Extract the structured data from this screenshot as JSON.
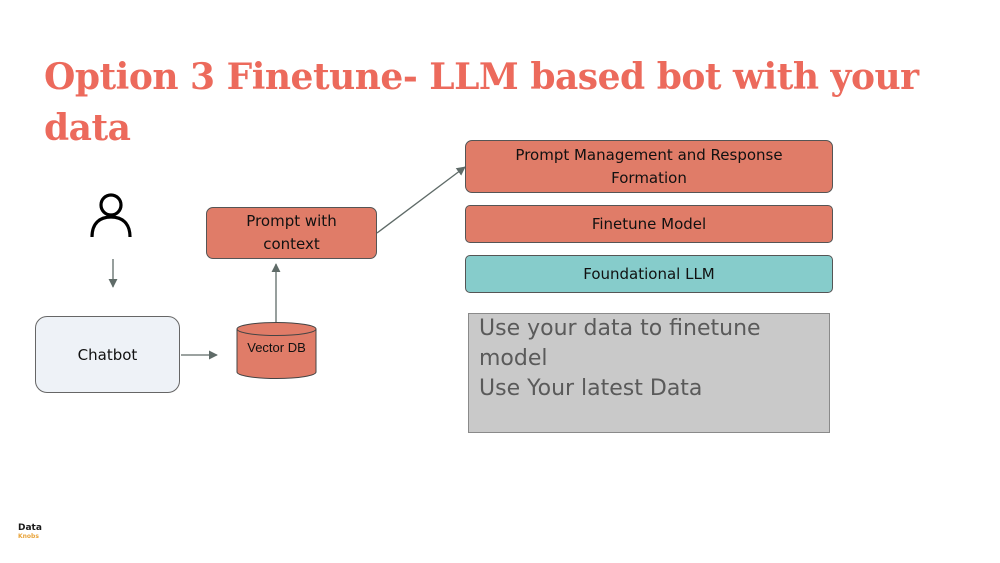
{
  "slide": {
    "title": "Option 3 Finetune- LLM based bot with your data"
  },
  "nodes": {
    "user_icon": "user-icon",
    "chatbot": "Chatbot",
    "vector_db": "Vector DB",
    "prompt_with_context": "Prompt with context",
    "prompt_management": "Prompt Management and Response Formation",
    "finetune_model": "Finetune Model",
    "foundational_llm": "Foundational LLM"
  },
  "note": {
    "lines": [
      "Use your data to finetune model",
      "Use Your latest Data"
    ]
  },
  "logo": {
    "line1": "Data",
    "line2": "Knobs"
  },
  "colors": {
    "title": "#ec6a5c",
    "salmon_box": "#e07c68",
    "teal_box": "#86cccb",
    "chatbot_box": "#eef2f7",
    "note_box": "#c9c9c9",
    "arrow": "#5f6b68"
  }
}
